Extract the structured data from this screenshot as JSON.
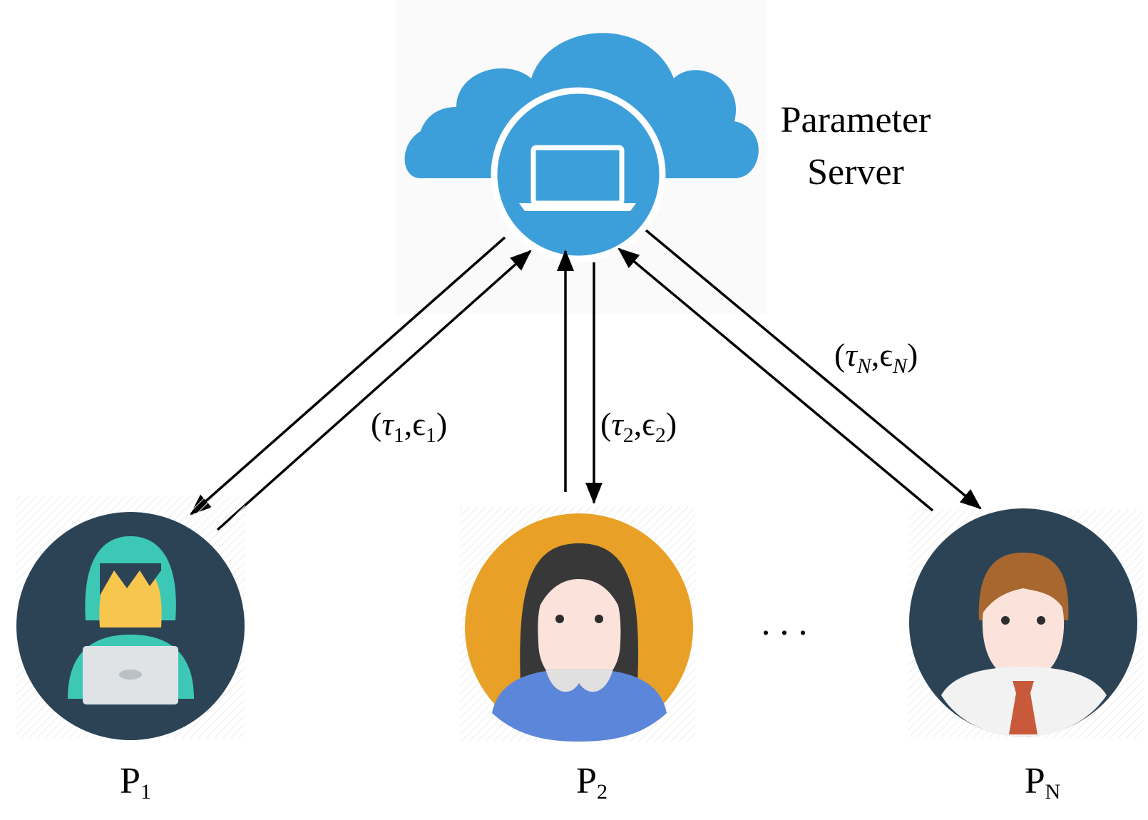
{
  "server": {
    "label_line1": "Parameter",
    "label_line2": "Server",
    "icon": "cloud-laptop-icon",
    "color": "#3d9fda"
  },
  "participants": [
    {
      "label": "P",
      "subscript": "1",
      "icon": "hooded-user-laptop-icon",
      "bg_color": "#2c4356"
    },
    {
      "label": "P",
      "subscript": "2",
      "icon": "female-user-icon",
      "bg_color": "#e8a126"
    },
    {
      "label": "P",
      "subscript": "N",
      "icon": "male-user-tie-icon",
      "bg_color": "#2c4356"
    }
  ],
  "ellipsis": ". . .",
  "messages": [
    {
      "tau": "τ",
      "tau_sub": "1",
      "eps": "ϵ",
      "eps_sub": "1"
    },
    {
      "tau": "τ",
      "tau_sub": "2",
      "eps": "ϵ",
      "eps_sub": "2"
    },
    {
      "tau": "τ",
      "tau_sub": "N",
      "eps": "ϵ",
      "eps_sub": "N"
    }
  ]
}
